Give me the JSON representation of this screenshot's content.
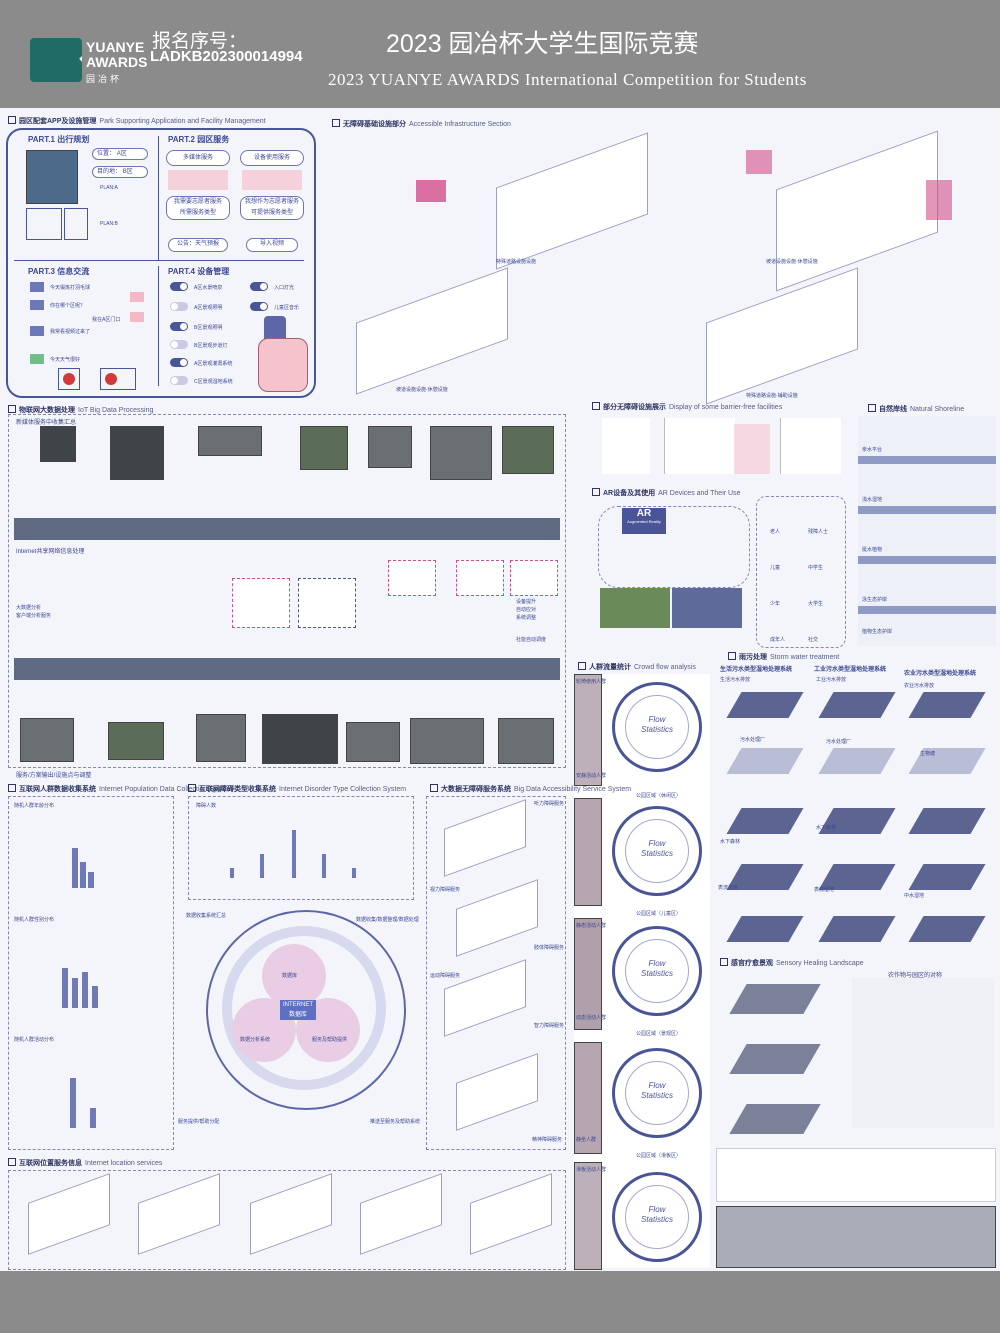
{
  "header": {
    "logo_line1": "YUANYE",
    "logo_line2": "AWARDS",
    "logo_sub": "园冶杯",
    "reg_label": "报名序号：",
    "reg_no": "LADKB202300014994",
    "title_cn": "2023 园冶杯大学生国际竞赛",
    "title_en": "2023 YUANYE AWARDS International Competition for  Students"
  },
  "app_section": {
    "title": "园区配套APP及设施管理",
    "title_en": "Park Supporting Application and Facility Management",
    "part1": {
      "label": "PART.1",
      "name": "出行规划",
      "pos": "位置：",
      "pos_val": "A区",
      "dest": "目的地：",
      "dest_val": "B区",
      "plan_a": "PLAN:A",
      "plan_b": "PLAN:B"
    },
    "part2": {
      "label": "PART.2",
      "name": "园区服务",
      "items": [
        "多媒体服务",
        "设备使用服务",
        "我需要志愿者服务",
        "我想作为志愿者服务",
        "公告：天气预报",
        "导入视频"
      ],
      "sub1": "所需服务类型",
      "sub2": "可提供服务类型"
    },
    "part3": {
      "label": "PART.3",
      "name": "信息交流",
      "msgs": [
        "今天锻炼打羽毛球",
        "你在哪个区呢？",
        "我在A区门口",
        "我常看视频过来了",
        "今天天气很好"
      ]
    },
    "part4": {
      "label": "PART.4",
      "name": "设备管理",
      "items": [
        "A区水景喷泉",
        "入口灯光",
        "A区景观照明",
        "儿童区音乐",
        "B区景观照明",
        "B区景观步道灯",
        "A区景观灌溉系统",
        "C区景观湿地系统"
      ]
    }
  },
  "access_section": {
    "title": "无障碍基础设施部分",
    "title_en": "Accessible Infrastructure Section",
    "captions": [
      "特殊道路设施设施",
      "坡道设施设施·休憩设施",
      "坡道设施设施·休憩设施",
      "特殊道路设施·辅助设施"
    ]
  },
  "iot_section": {
    "title": "物联网大数据处理",
    "title_en": "IoT Big Data Processing",
    "sub1": "新媒体服务中收集汇总",
    "sub2": "Internet共享网络信息处理",
    "sub3": "大数据分析",
    "sub4": "客户端分析服务",
    "bottom": "服务/方案输出/设施点与调整",
    "notes": [
      "设备提升",
      "自动应对",
      "系统调整",
      "社能自动调度"
    ]
  },
  "barrier_free": {
    "title": "部分无障碍设施展示",
    "title_en": "Display of some barrier-free facilities",
    "ar_title": "AR设备及其使用",
    "ar_title_en": "AR Devices and Their Use",
    "ar_label": "AR",
    "ar_sub": "Augmented Reality",
    "people": [
      "老人",
      "残障人士",
      "儿童",
      "中学生",
      "少年",
      "大学生",
      "成年人",
      "社交"
    ]
  },
  "shoreline": {
    "title": "自然岸线",
    "title_en": "Natural Shoreline",
    "labels": [
      "亲水平台",
      "浅水湿地",
      "挺水植物",
      "泳生态护岸",
      "植物生态护岸"
    ]
  },
  "crowd": {
    "title": "人群流量统计",
    "title_en": "Crowd flow analysis",
    "ring_line1": "Flow",
    "ring_line2": "Statistics",
    "areas": [
      "公园区域（休闲区）",
      "公园区域（儿童区）",
      "公园区域（景观区）",
      "公园区域（滑板区）"
    ],
    "cards": [
      "轮椅使用人群",
      "安静活动人群",
      "静态活动人群",
      "动态活动人群",
      "静坐人群",
      "滑板活动人群"
    ]
  },
  "stormwater": {
    "title": "雨污处理",
    "title_en": "Storm water treatment",
    "systems": [
      "生活污水类型湿地处理系统",
      "工业污水类型湿地处理系统",
      "农业污水类型湿地处理系统"
    ],
    "labels": [
      "生活污水排放",
      "工业污水排放",
      "农业污水排放",
      "污水处理厂",
      "污水处理厂",
      "生物塘",
      "水下森林",
      "水下森林",
      "表流湿地",
      "表流湿地",
      "中水湿地"
    ]
  },
  "sensory": {
    "title": "感官疗愈景观",
    "title_en": "Sensory Healing Landscape",
    "note": "农作物与园区的对称"
  },
  "collection": {
    "title": "互联网人群数据收集系统",
    "title_en": "Internet Population Data Collection System",
    "labels": [
      "随机人群年龄分布",
      "随机人群性别分布",
      "随机人群活动分布"
    ]
  },
  "obstacle": {
    "title": "互联网障碍类型收集系统",
    "title_en": "Internet Disorder Type Collection System",
    "chart_label": "障碍人数",
    "center": "INTERNET",
    "center_sub": "数据库",
    "nodes": [
      "数据库",
      "数据分析系统",
      "服务及帮助提供"
    ],
    "arc1": "数据收集系统汇总",
    "arc2": "数据收集/数据整理/数据处理",
    "arc3": "推送至服务及帮助系统",
    "arc4": "服务提供/帮助分配"
  },
  "bigdata": {
    "title": "大数据无障碍服务系统",
    "title_en": "Big Data Accessibility Service System",
    "services": [
      "听力障碍服务",
      "视力障碍服务",
      "肢体障碍服务",
      "运动障碍服务",
      "智力障碍服务",
      "精神障碍服务"
    ]
  },
  "services": {
    "title": "互联网位置服务信息",
    "title_en": "Internet location services"
  }
}
